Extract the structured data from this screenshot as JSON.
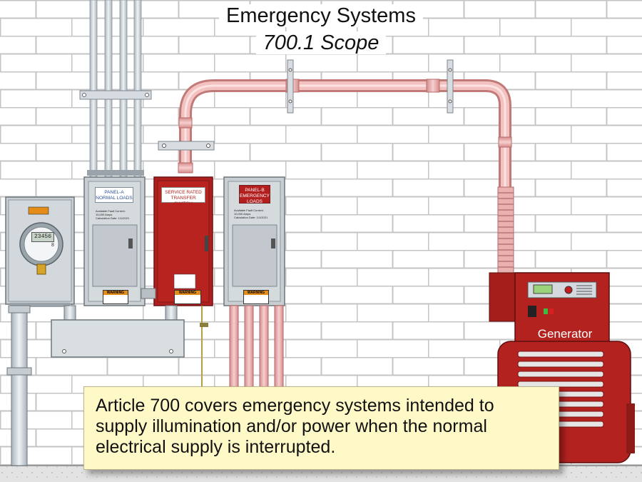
{
  "title": {
    "line1": "Emergency Systems",
    "line2": "700.1 Scope"
  },
  "panels": {
    "panel_a": {
      "line1": "PANEL-A",
      "line2": "NORMAL LOADS"
    },
    "transfer_switch": {
      "line1": "SERVICE RATED",
      "line2": "TRANSFER SWITCH"
    },
    "panel_b": {
      "line1": "PANEL-B",
      "line2": "EMERGENCY",
      "line3": "LOADS"
    }
  },
  "fault_labels": {
    "current_label": "Available Fault Current:",
    "current_value": "10,000 Amps",
    "date_label": "Calculation Date:",
    "date_value": "1/1/2021"
  },
  "warning_header": "WARNING",
  "meter": {
    "display": "23456",
    "digit": "8"
  },
  "generator": {
    "label": "Generator"
  },
  "note": {
    "text": "Article 700 covers emergency systems intended to supply illumination and/or power when the normal electrical supply is interrupted."
  },
  "colors": {
    "panel_red": "#b01f1f",
    "generator_red": "#b3221f",
    "conduit_pink": "#e8a7a6",
    "conduit_gray": "#c8d0d6",
    "note_bg": "#fff9c8",
    "panel_gray": "#c9ced3"
  }
}
